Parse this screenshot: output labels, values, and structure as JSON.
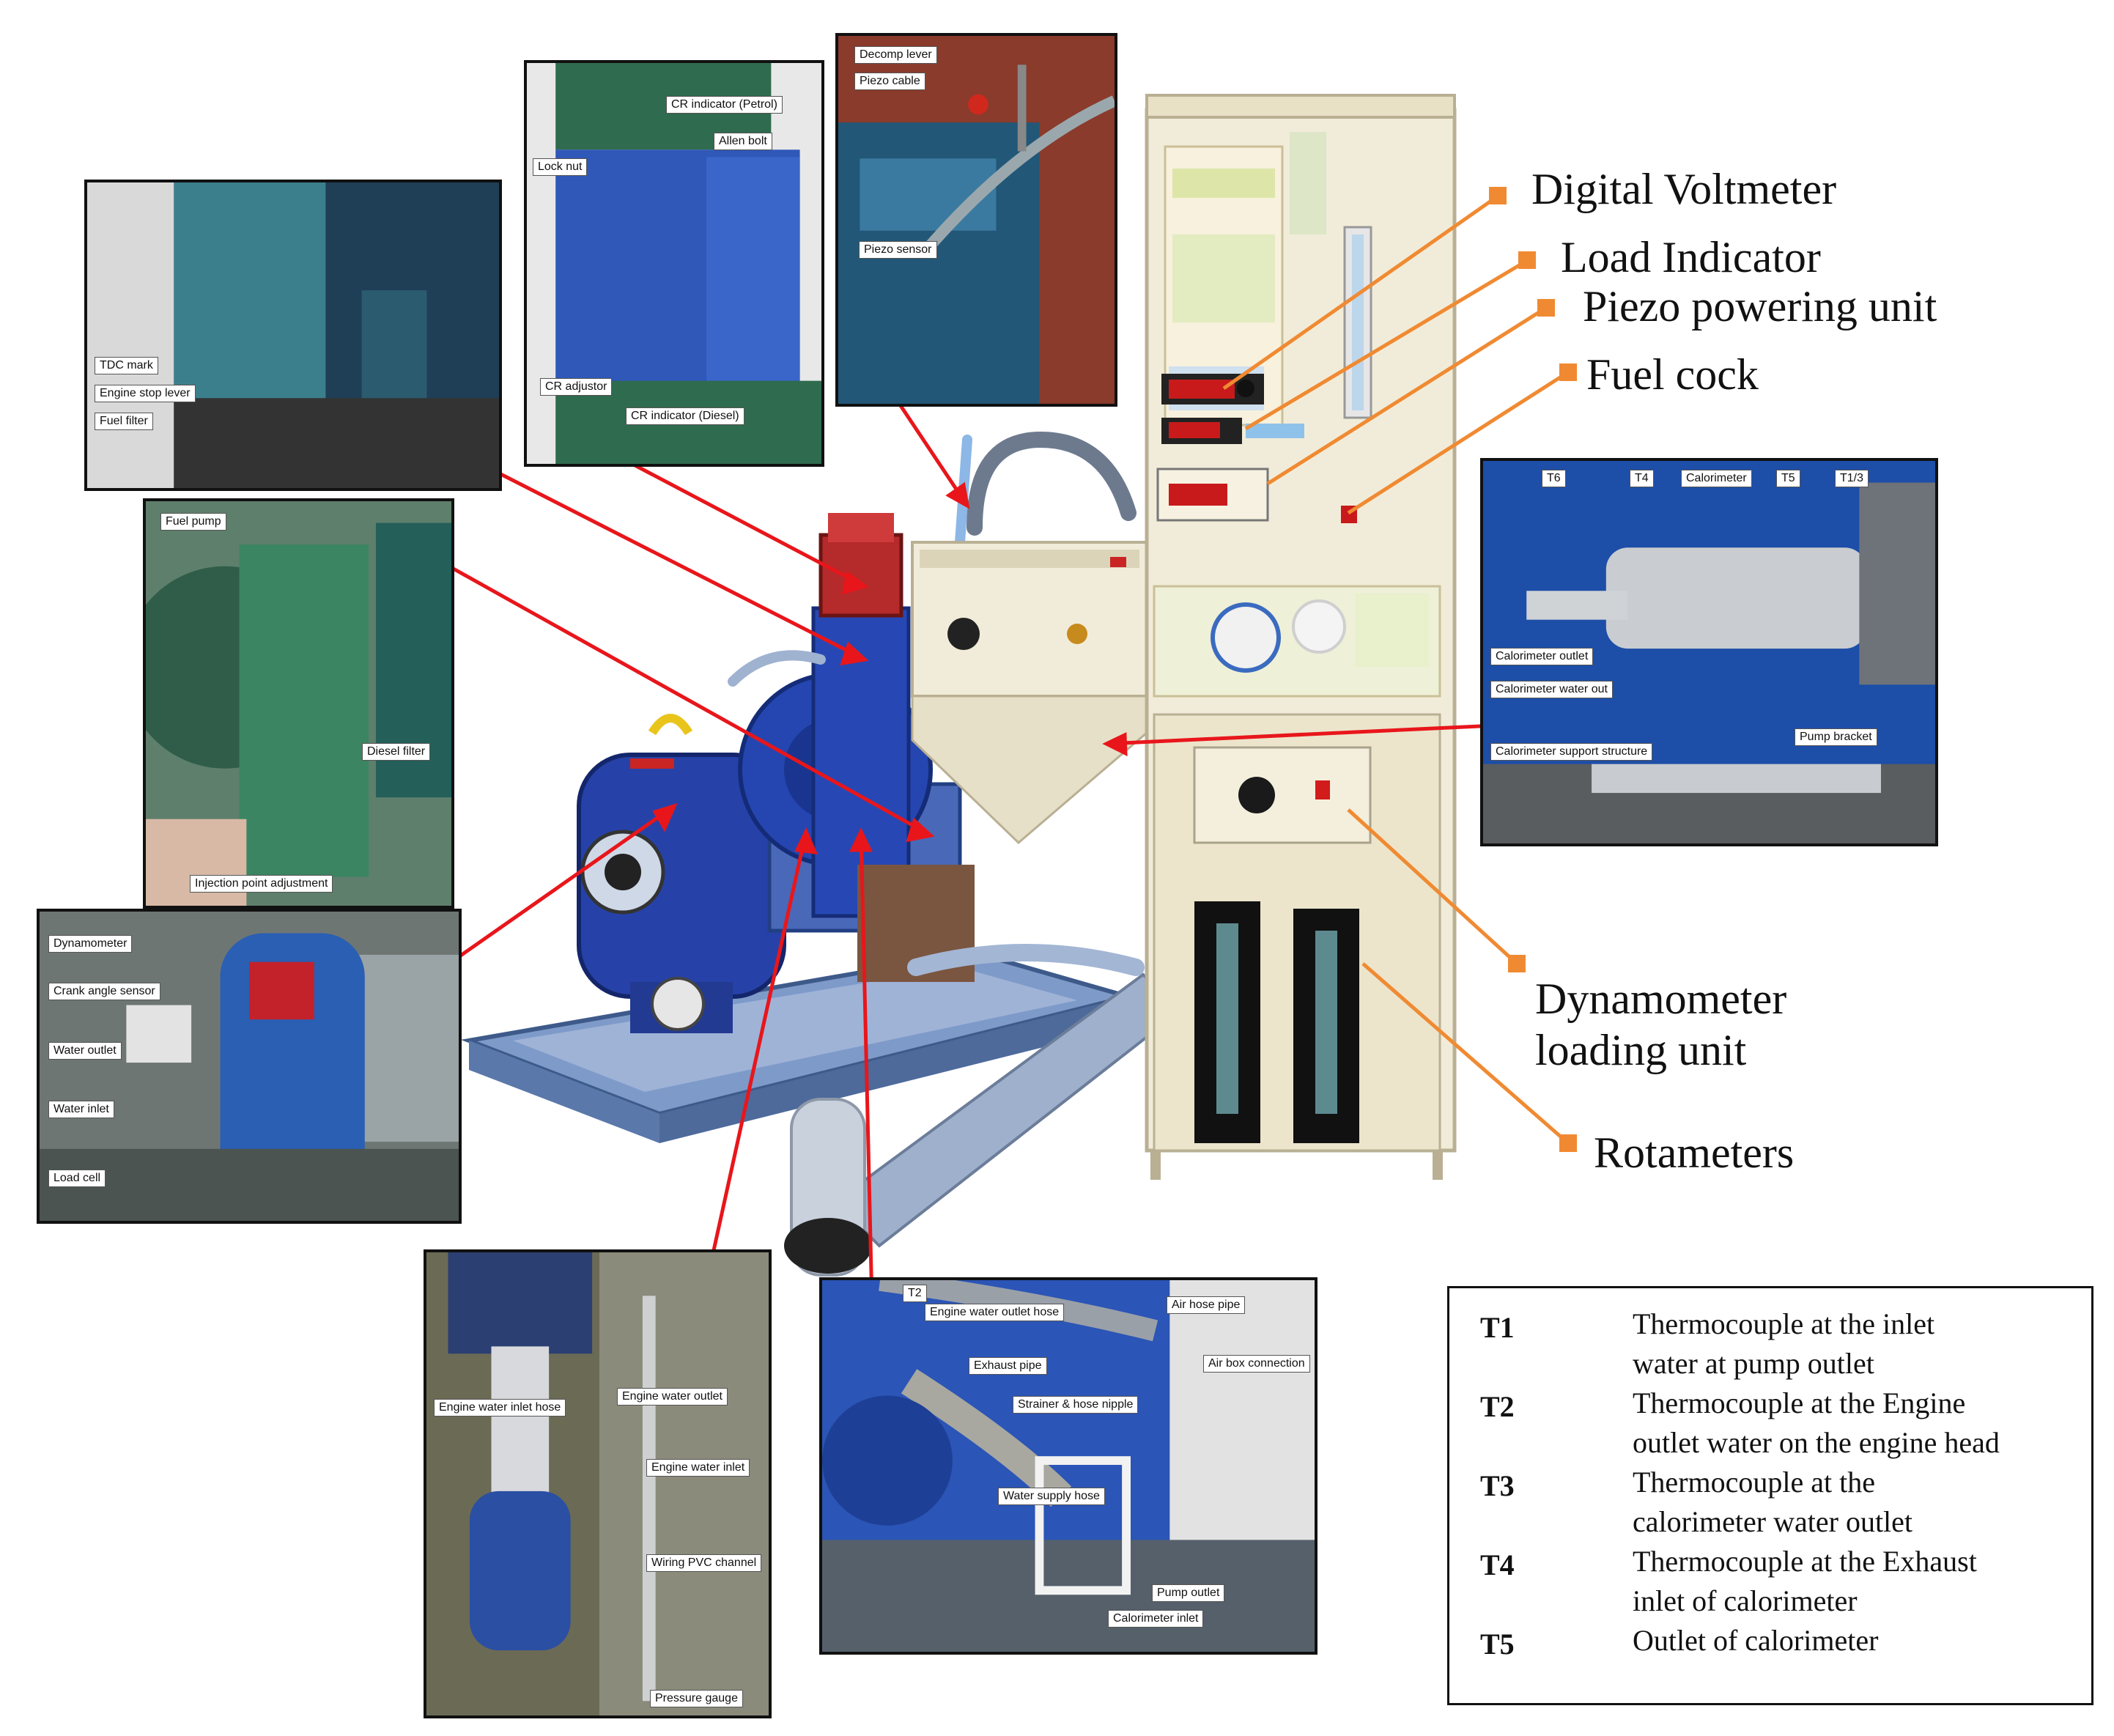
{
  "callouts_right": [
    {
      "id": "digital-voltmeter",
      "label": "Digital Voltmeter"
    },
    {
      "id": "load-indicator",
      "label": "Load Indicator"
    },
    {
      "id": "piezo-powering-unit",
      "label": "Piezo powering unit"
    },
    {
      "id": "fuel-cock",
      "label": "Fuel cock"
    },
    {
      "id": "dynamometer-loading-unit",
      "line1": "Dynamometer",
      "line2": "loading unit"
    },
    {
      "id": "rotameters",
      "label": "Rotameters"
    }
  ],
  "photo_labels": {
    "engine_front": [
      "TDC mark",
      "Engine stop lever",
      "Fuel filter"
    ],
    "cr_head": [
      "CR indicator (Petrol)",
      "Allen bolt",
      "Lock nut",
      "CR adjustor",
      "CR indicator (Diesel)"
    ],
    "piezo": [
      "Decomp lever",
      "Piezo cable",
      "Piezo sensor"
    ],
    "fuel_pump": [
      "Fuel pump",
      "Diesel filter",
      "Injection point adjustment"
    ],
    "dynamometer": [
      "Dynamometer",
      "Crank angle sensor",
      "Water outlet",
      "Water inlet",
      "Load cell"
    ],
    "calorimeter": [
      "T6",
      "T4",
      "Calorimeter",
      "T5",
      "T1/3",
      "Calorimeter outlet",
      "Calorimeter water out",
      "Calorimeter support structure",
      "Pump bracket"
    ],
    "water_lines": [
      "Engine water inlet hose",
      "Engine water outlet",
      "Engine water inlet",
      "Wiring PVC channel",
      "Pressure gauge"
    ],
    "air_box": [
      "T2",
      "Engine water outlet hose",
      "Air hose pipe",
      "Air box connection",
      "Exhaust pipe",
      "Strainer & hose nipple",
      "Water supply hose",
      "Pump outlet",
      "Calorimeter inlet"
    ]
  },
  "legend": [
    {
      "code": "T1",
      "lines": [
        "Thermocouple at the inlet",
        "water at pump outlet"
      ]
    },
    {
      "code": "T2",
      "lines": [
        "Thermocouple at the Engine",
        "outlet water on the engine head"
      ]
    },
    {
      "code": "T3",
      "lines": [
        "Thermocouple at the",
        "calorimeter water outlet"
      ]
    },
    {
      "code": "T4",
      "lines": [
        "Thermocouple at the Exhaust",
        "inlet of calorimeter"
      ]
    },
    {
      "code": "T5",
      "lines": [
        "Outlet of calorimeter"
      ]
    }
  ],
  "colors": {
    "pointer_red": "#e8161b",
    "pointer_orange": "#f08a32",
    "engine_blue": "#1f3fa6",
    "panel_cream": "#f1ecd9",
    "engine_green": "#2f6b4e"
  }
}
